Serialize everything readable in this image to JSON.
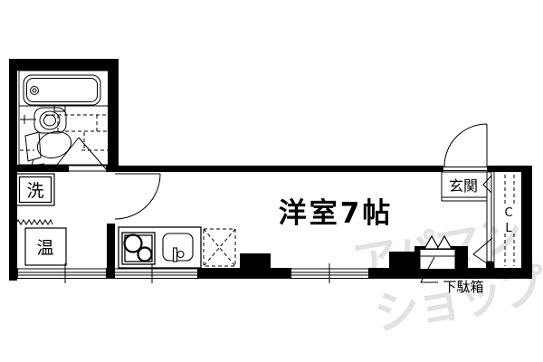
{
  "floorplan": {
    "labels": {
      "main_room": "洋室7帖",
      "entrance": "玄関",
      "closet_c": "C",
      "closet_l": "L",
      "washing_machine": "洗",
      "water_heater": "温",
      "shoe_cabinet": "下駄箱"
    },
    "watermark": {
      "line1": "アパマン",
      "line2": "ショップ",
      "color": "#e2e2e2"
    },
    "colors": {
      "wall": "#000000",
      "background": "#ffffff"
    }
  }
}
